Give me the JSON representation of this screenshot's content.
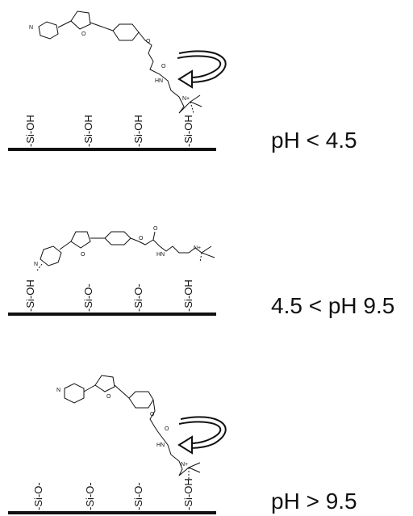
{
  "panels": [
    {
      "condition": "pH < 4.5",
      "surface_groups": [
        "-Si-OH",
        "-Si-OH",
        "-Si-OH",
        "-Si-OH"
      ],
      "molecule_state": "folded toward surface with rotation arrow"
    },
    {
      "condition": "4.5 < pH  9.5",
      "surface_groups": [
        "-Si-OH",
        "-Si-O-",
        "-Si-O-",
        "-Si-OH"
      ],
      "molecule_state": "extended, lying near surface"
    },
    {
      "condition": "pH > 9.5",
      "surface_groups": [
        "-Si-O-",
        "-Si-O-",
        "-Si-O-",
        "-Si-OH"
      ],
      "molecule_state": "folded toward surface with rotation arrow"
    }
  ],
  "atom_labels": {
    "o": "O",
    "n": "N",
    "hn": "HN",
    "nplus": "N+"
  },
  "colors": {
    "line": "#111111",
    "background": "#ffffff"
  }
}
